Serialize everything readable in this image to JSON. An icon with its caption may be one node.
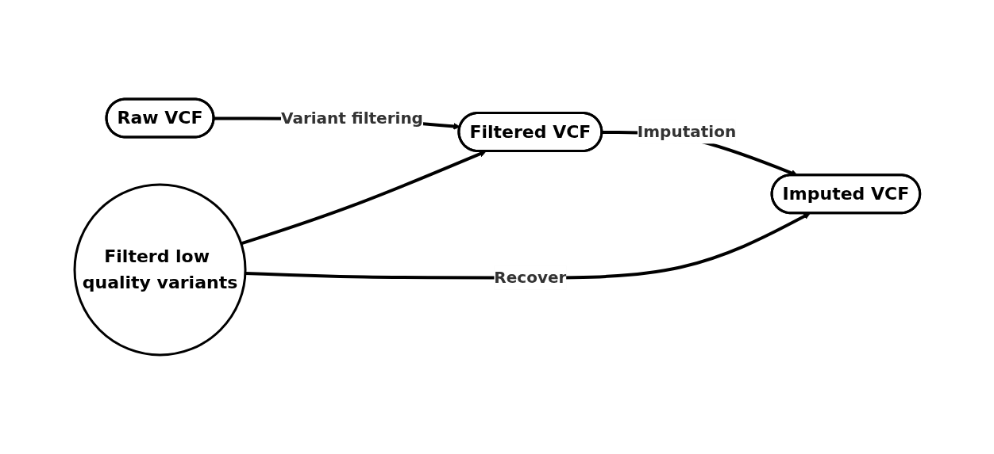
{
  "diagram": {
    "nodes": [
      {
        "text": [
          "Raw VCF"
        ]
      },
      {
        "text": [
          "Filtered VCF"
        ]
      },
      {
        "text": [
          "Filterd low quality variants"
        ]
      },
      {
        "text": [
          "Imputed VCF"
        ]
      }
    ],
    "edges": [
      {
        "from": 0,
        "to": 1,
        "arrow": "to",
        "label": "Variant filtering"
      },
      {
        "from": 2,
        "to": 1,
        "arrow": "to"
      },
      {
        "from": 1,
        "to": 3,
        "arrow": "to",
        "label": "Imputation"
      },
      {
        "from": 2,
        "to": 3,
        "arrow": "to",
        "label": "Recover"
      }
    ]
  }
}
